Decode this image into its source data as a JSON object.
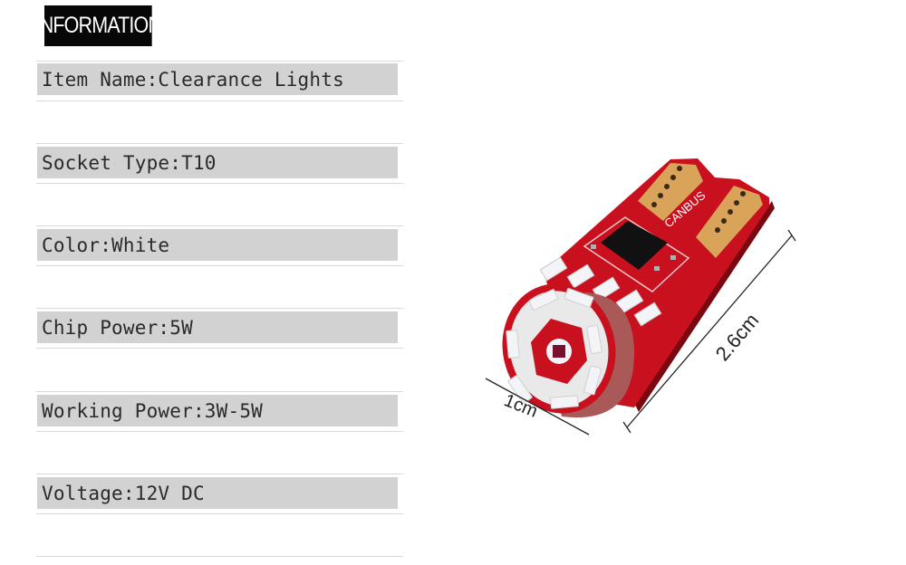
{
  "header": {
    "tag": "INFORMATION"
  },
  "specs": [
    {
      "label": "Item Name:Clearance Lights"
    },
    {
      "label": "Socket Type:T10"
    },
    {
      "label": "Color:White"
    },
    {
      "label": "Chip Power:5W"
    },
    {
      "label": "Working Power:3W-5W"
    },
    {
      "label": "Voltage:12V DC"
    }
  ],
  "product": {
    "pcb_text": "CANBUS",
    "dim_length": "2.6cm",
    "dim_width": "1cm",
    "colors": {
      "pcb": "#c8101e",
      "pad": "#d9a35a",
      "led": "#f2f4f7",
      "chip": "#111111"
    }
  }
}
